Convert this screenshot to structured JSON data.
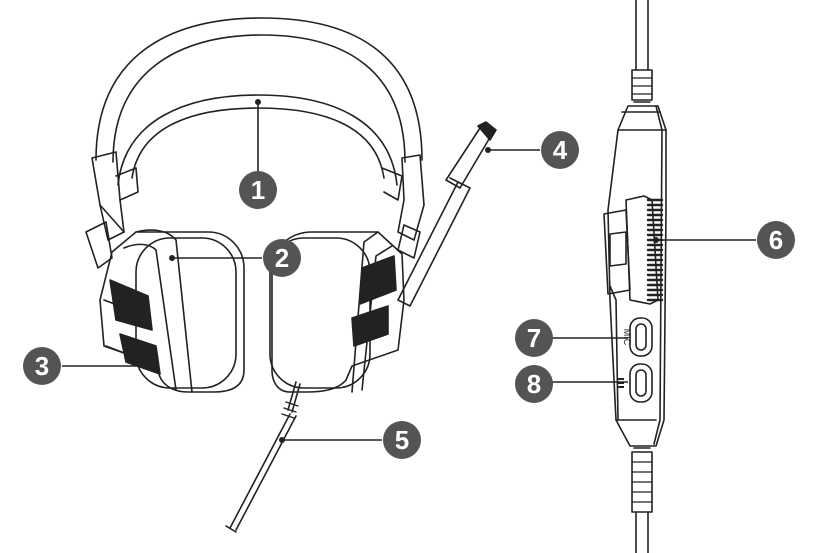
{
  "colors": {
    "line": "#222222",
    "callout_fill": "#545454",
    "callout_text": "#ffffff",
    "background": "#ffffff"
  },
  "callouts": [
    {
      "number": "1"
    },
    {
      "number": "2"
    },
    {
      "number": "3"
    },
    {
      "number": "4"
    },
    {
      "number": "5"
    },
    {
      "number": "6"
    },
    {
      "number": "7"
    },
    {
      "number": "8"
    }
  ],
  "controller": {
    "button_mic_label": "MIC"
  }
}
